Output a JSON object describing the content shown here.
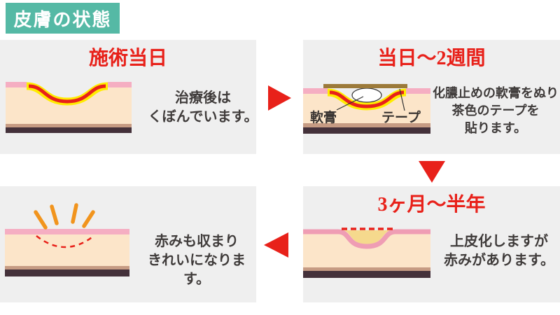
{
  "badge": {
    "label": "皮膚の状態"
  },
  "colors": {
    "badge_teal": "#55b9a5",
    "accent_red": "#e8211a",
    "panel_bg": "#efefef",
    "text_dark": "#3f3b3a",
    "skin_pink": "#f5aec2",
    "skin_cream": "#fce5c9",
    "skin_tan": "#c69b83",
    "skin_dark": "#44313a",
    "wound_yellow": "#ffec00",
    "tape_brown": "#9c7a3a",
    "heal_pink": "#ef9db4",
    "heal_yellow": "#f5d98d",
    "ray_orange": "#f1941d"
  },
  "panels": {
    "day0": {
      "title": "施術当日",
      "caption_lines": [
        "治療後は",
        "くぼんでいます。"
      ]
    },
    "weeks2": {
      "title": "当日〜2週間",
      "caption_lines": [
        "化膿止めの軟膏をぬり",
        "茶色のテープを",
        "貼ります。"
      ],
      "ointment_label": "軟膏",
      "tape_label": "テープ"
    },
    "months3": {
      "title": "3ヶ月〜半年",
      "caption_lines": [
        "上皮化しますが",
        "赤みがあります。"
      ]
    },
    "final": {
      "caption_lines": [
        "赤みも収まり",
        "きれいになります。"
      ]
    }
  }
}
